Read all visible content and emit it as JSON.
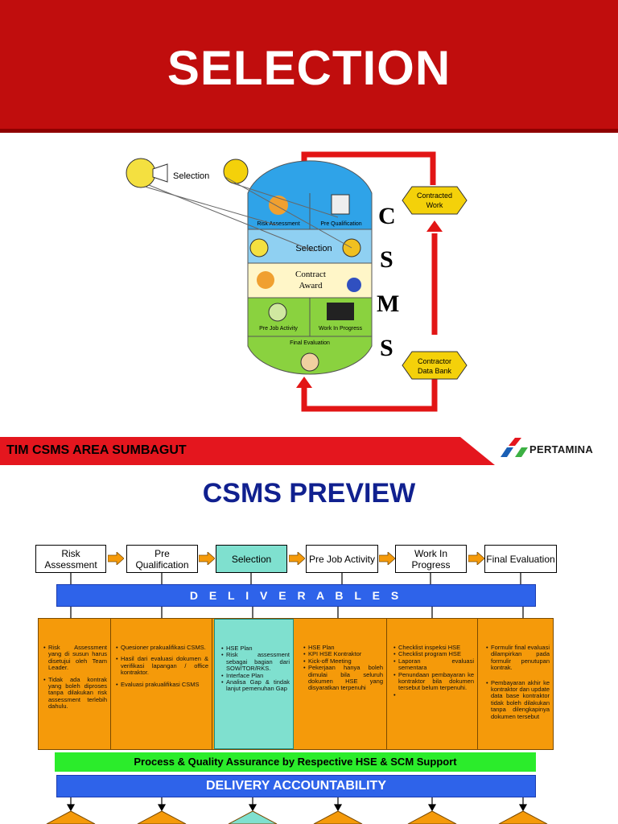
{
  "slide1": {
    "title": "SELECTION",
    "footer_text": "TIM CSMS AREA SUMBAGUT",
    "logo_text": "PERTAMINA",
    "diagram": {
      "selection_label": "Selection",
      "phases": [
        "Risk Assessment",
        "Pre Qualification",
        "Selection",
        "Contract Award",
        "Pre Job Activity",
        "Work In Progress",
        "Final Evaluation"
      ],
      "contracted_work": "Contracted Work",
      "contractor_data_bank": "Contractor Data Bank",
      "csms_letters": [
        "C",
        "S",
        "M",
        "S"
      ],
      "colors": {
        "top": "#2fa3e8",
        "mid": "#fff6c8",
        "bottom": "#8ad23f",
        "arrow": "#e21515",
        "hex": "#f4d10a"
      }
    }
  },
  "slide2": {
    "title": "CSMS PREVIEW",
    "steps": [
      "Risk Assessment",
      "Pre Qualification",
      "Selection",
      "Pre Job Activity",
      "Work In Progress",
      "Final Evaluation"
    ],
    "deliverables": "D E L I V E R A B L E S",
    "columns": [
      [
        "Risk Assessment yang di susun harus disetujui oleh Team Leader.",
        "Tidak ada kontrak yang boleh diproses tanpa dilakukan risk assessment terlebih dahulu."
      ],
      [
        "Quesioner prakualifikasi CSMS.",
        "Hasil dari evaluasi dokumen & verifikasi lapangan / office kontraktor.",
        "Evaluasi prakualifikasi CSMS"
      ],
      [
        "HSE Plan",
        "Risk assessment sebagai bagian dari SOW/TOR/RKS.",
        "Interface Plan",
        "Analisa Gap & tindak lanjut pemenuhan Gap"
      ],
      [
        "HSE Plan",
        "KPI HSE Kontraktor",
        "Kick-off Meeting",
        "Pekerjaan hanya boleh dimulai bila seluruh dokumen HSE yang disyaratkan terpenuhi"
      ],
      [
        "Checklist inspeksi HSE",
        "Checklist program HSE",
        "Laporan evaluasi sementara",
        "Penundaan pembayaran ke kontraktor bila dokumen tersebut belum terpenuhi."
      ],
      [
        "Formulir final evaluasi dilampirkan pada formulir penutupan kontrak.",
        "Pembayaran akhir ke kontraktor dan update data base kontraktor tidak boleh dilakukan tanpa dilengkapinya dokumen tersebut"
      ]
    ],
    "process_qa": "Process & Quality Assurance by Respective HSE & SCM Support",
    "delivery": "DELIVERY ACCOUNTABILITY",
    "colors": {
      "blue_bar": "#2e63ea",
      "orange": "#f59a0a",
      "teal": "#7fe0cf",
      "green": "#2bec2b",
      "title": "#10208f"
    }
  }
}
